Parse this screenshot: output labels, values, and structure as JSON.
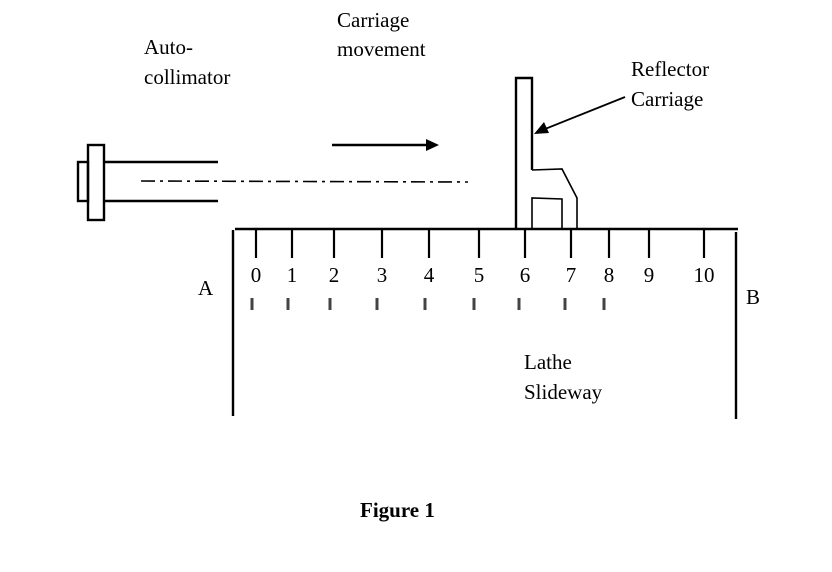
{
  "figure": {
    "caption": "Figure 1",
    "labels": {
      "autocollimator_line1": "Auto-",
      "autocollimator_line2": "collimator",
      "carriage_movement_line1": "Carriage",
      "carriage_movement_line2": "movement",
      "reflector_line1": "Reflector",
      "reflector_line2": "Carriage",
      "lathe_line1": "Lathe",
      "lathe_line2": "Slideway",
      "end_a": "A",
      "end_b": "B"
    },
    "scale_positions": [
      "0",
      "1",
      "2",
      "3",
      "4",
      "5",
      "6",
      "7",
      "8",
      "9",
      "10"
    ],
    "reading_marks_count": 9,
    "movement_direction": "right"
  }
}
